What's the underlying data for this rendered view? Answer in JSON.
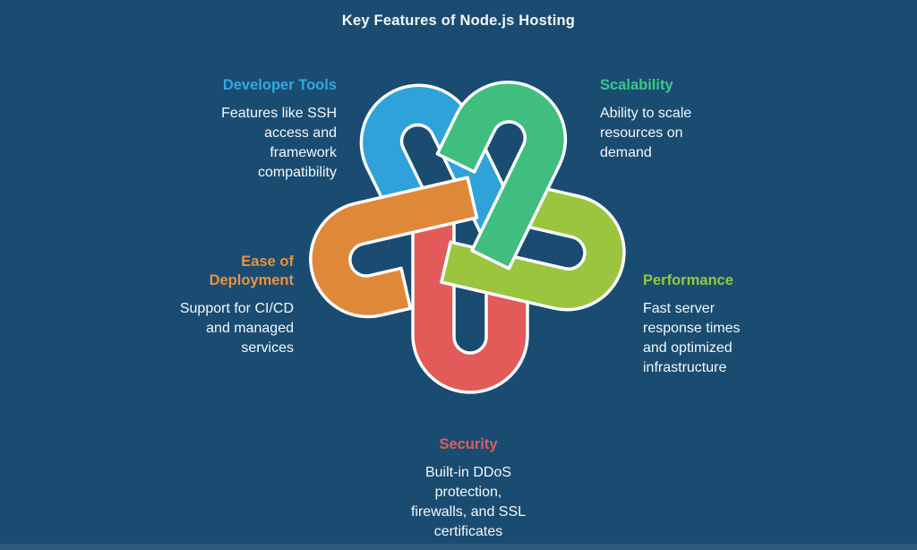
{
  "header": {
    "title": "Key Features of Node.js Hosting"
  },
  "features": [
    {
      "id": "developer-tools",
      "heading": "Developer Tools",
      "heading_color": "#2FA9E1",
      "body": "Features like SSH\naccess and\nframework\ncompatibility",
      "knot_color": "#2FA3D9"
    },
    {
      "id": "scalability",
      "heading": "Scalability",
      "heading_color": "#38C98A",
      "body": "Ability to scale\nresources on\ndemand",
      "knot_color": "#40BE80"
    },
    {
      "id": "ease-of-deployment",
      "heading": "Ease of\nDeployment",
      "heading_color": "#E8923E",
      "body": "Support for CI/CD\nand managed\nservices",
      "knot_color": "#E0883A"
    },
    {
      "id": "performance",
      "heading": "Performance",
      "heading_color": "#93C93C",
      "body": "Fast server\nresponse times\nand optimized\ninfrastructure",
      "knot_color": "#9BC53E"
    },
    {
      "id": "security",
      "heading": "Security",
      "heading_color": "#E25C5C",
      "body": "Built-in DDoS\nprotection,\nfirewalls, and SSL\ncertificates",
      "knot_color": "#E25B59"
    }
  ],
  "knot": {
    "outline_color": "#FFFFFF"
  },
  "background_color": "#1A4C72"
}
